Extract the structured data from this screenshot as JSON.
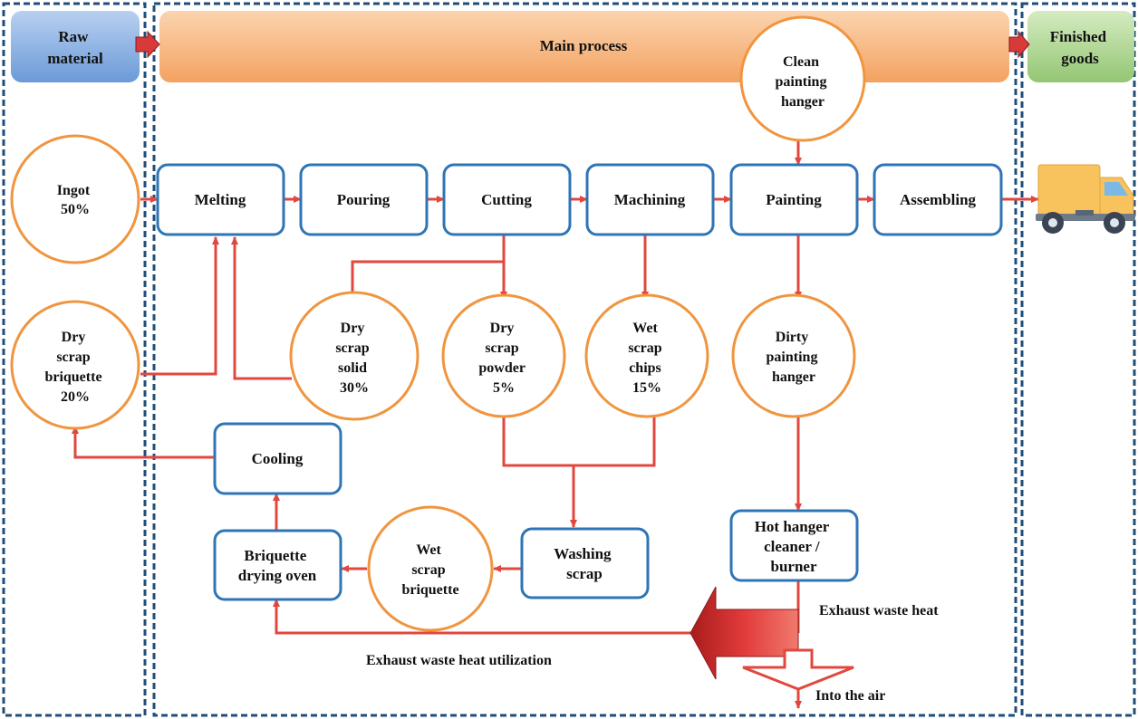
{
  "headers": {
    "raw": [
      "Raw",
      "material"
    ],
    "main": "Main process",
    "finished": [
      "Finished",
      "goods"
    ]
  },
  "process_steps": {
    "melting": "Melting",
    "pouring": "Pouring",
    "cutting": "Cutting",
    "machining": "Machining",
    "painting": "Painting",
    "assembling": "Assembling"
  },
  "circles": {
    "ingot": [
      "Ingot",
      "50%"
    ],
    "dry_briquette": [
      "Dry",
      "scrap",
      "briquette",
      "20%"
    ],
    "dry_solid": [
      "Dry",
      "scrap",
      "solid",
      "30%"
    ],
    "dry_powder": [
      "Dry",
      "scrap",
      "powder",
      "5%"
    ],
    "wet_chips": [
      "Wet",
      "scrap",
      "chips",
      "15%"
    ],
    "dirty_hanger": [
      "Dirty",
      "painting",
      "hanger"
    ],
    "clean_hanger": [
      "Clean",
      "painting",
      "hanger"
    ],
    "wet_briquette": [
      "Wet",
      "scrap",
      "briquette"
    ]
  },
  "secondary_steps": {
    "cooling": "Cooling",
    "drying_oven": [
      "Briquette",
      "drying oven"
    ],
    "washing": [
      "Washing",
      "scrap"
    ],
    "hanger_cleaner": [
      "Hot hanger",
      "cleaner /",
      "burner"
    ]
  },
  "annotations": {
    "exhaust_heat": "Exhaust waste heat",
    "exhaust_util": "Exhaust waste heat utilization",
    "into_air": "Into the air"
  },
  "colors": {
    "box_stroke": "#2e75b6",
    "circle_stroke": "#f0953f",
    "arrow": "#e0483f",
    "section_border": "#1f4e79",
    "main_banner": "#f7b27a",
    "raw_banner": "#7fa9de",
    "finished_banner": "#a9d08e",
    "truck_body": "#f8c25c"
  }
}
